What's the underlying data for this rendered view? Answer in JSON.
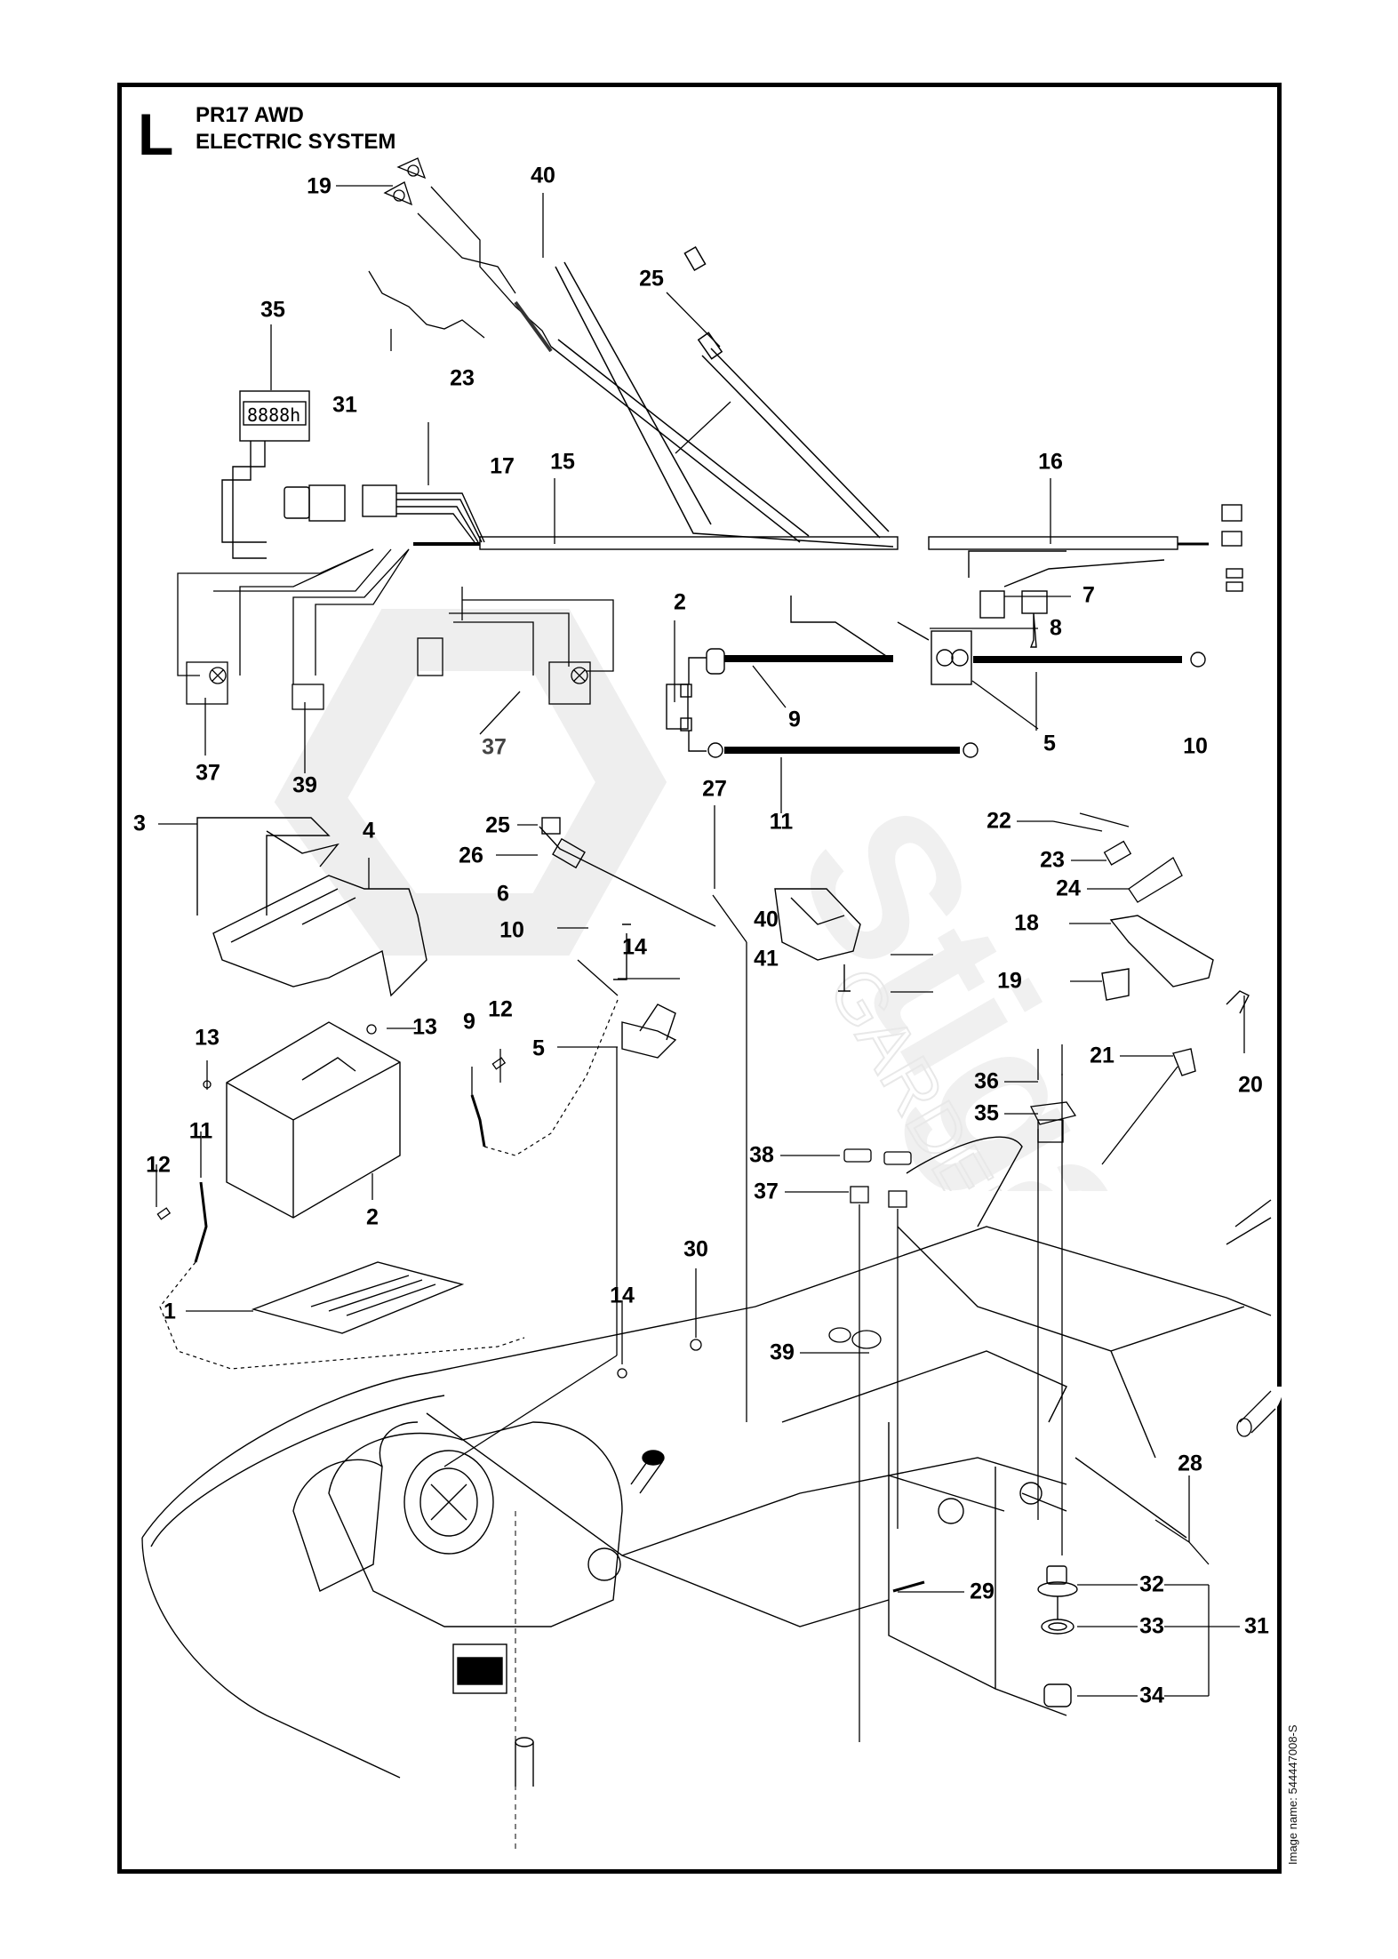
{
  "header": {
    "section_letter": "L",
    "model": "PR17 AWD",
    "title": "ELECTRIC SYSTEM"
  },
  "footer": {
    "image_name": "Image name: 544447008-S"
  },
  "watermark": {
    "brand": "Stiga",
    "sub": "GARDEN"
  },
  "hour_meter_display": "8888h",
  "callouts": [
    {
      "id": "c19a",
      "label": "19"
    },
    {
      "id": "c40a",
      "label": "40"
    },
    {
      "id": "c25a",
      "label": "25"
    },
    {
      "id": "c35a",
      "label": "35"
    },
    {
      "id": "c23a",
      "label": "23"
    },
    {
      "id": "c31a",
      "label": "31"
    },
    {
      "id": "c17",
      "label": "17"
    },
    {
      "id": "c15",
      "label": "15"
    },
    {
      "id": "c16",
      "label": "16"
    },
    {
      "id": "c2a",
      "label": "2"
    },
    {
      "id": "c7",
      "label": "7"
    },
    {
      "id": "c8",
      "label": "8"
    },
    {
      "id": "c9a",
      "label": "9"
    },
    {
      "id": "c5a",
      "label": "5"
    },
    {
      "id": "c10a",
      "label": "10"
    },
    {
      "id": "c11a",
      "label": "11"
    },
    {
      "id": "c37a",
      "label": "37"
    },
    {
      "id": "c39a",
      "label": "39"
    },
    {
      "id": "c37b",
      "label": "37"
    },
    {
      "id": "c3",
      "label": "3"
    },
    {
      "id": "c4",
      "label": "4"
    },
    {
      "id": "c25b",
      "label": "25"
    },
    {
      "id": "c26",
      "label": "26"
    },
    {
      "id": "c27",
      "label": "27"
    },
    {
      "id": "c22",
      "label": "22"
    },
    {
      "id": "c23b",
      "label": "23"
    },
    {
      "id": "c24",
      "label": "24"
    },
    {
      "id": "c6",
      "label": "6"
    },
    {
      "id": "c14a",
      "label": "14"
    },
    {
      "id": "c10b",
      "label": "10"
    },
    {
      "id": "c40b",
      "label": "40"
    },
    {
      "id": "c41",
      "label": "41"
    },
    {
      "id": "c18",
      "label": "18"
    },
    {
      "id": "c19b",
      "label": "19"
    },
    {
      "id": "c20",
      "label": "20"
    },
    {
      "id": "c21",
      "label": "21"
    },
    {
      "id": "c13a",
      "label": "13"
    },
    {
      "id": "c13b",
      "label": "13"
    },
    {
      "id": "c9b",
      "label": "9"
    },
    {
      "id": "c12a",
      "label": "12"
    },
    {
      "id": "c5b",
      "label": "5"
    },
    {
      "id": "c36",
      "label": "36"
    },
    {
      "id": "c35b",
      "label": "35"
    },
    {
      "id": "c11b",
      "label": "11"
    },
    {
      "id": "c12b",
      "label": "12"
    },
    {
      "id": "c2b",
      "label": "2"
    },
    {
      "id": "c38",
      "label": "38"
    },
    {
      "id": "c37c",
      "label": "37"
    },
    {
      "id": "c1",
      "label": "1"
    },
    {
      "id": "c30",
      "label": "30"
    },
    {
      "id": "c14b",
      "label": "14"
    },
    {
      "id": "c39b",
      "label": "39"
    },
    {
      "id": "c28",
      "label": "28"
    },
    {
      "id": "c32",
      "label": "32"
    },
    {
      "id": "c33",
      "label": "33"
    },
    {
      "id": "c31b",
      "label": "31"
    },
    {
      "id": "c29",
      "label": "29"
    },
    {
      "id": "c34",
      "label": "34"
    }
  ]
}
